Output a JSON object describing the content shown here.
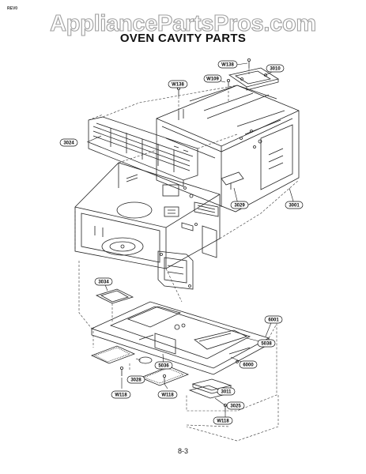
{
  "header": {
    "revision_tag": "REV0",
    "watermark": "AppliancePartsPros.com",
    "title": "OVEN CAVITY PARTS"
  },
  "footer": {
    "page_number": "8-3"
  },
  "callouts": {
    "w138_top": "W138",
    "c3010": "3010",
    "w109": "W109",
    "w138_left": "W138",
    "c3024": "3024",
    "c3029": "3029",
    "c3001": "3001",
    "c3034": "3034",
    "c6001": "6001",
    "c5038": "5038",
    "c6000": "6000",
    "c5036": "5036",
    "c3028": "3028",
    "w118_left": "W118",
    "w118_mid": "W118",
    "c3011": "3011",
    "c3025": "3025",
    "w118_right": "W118"
  }
}
